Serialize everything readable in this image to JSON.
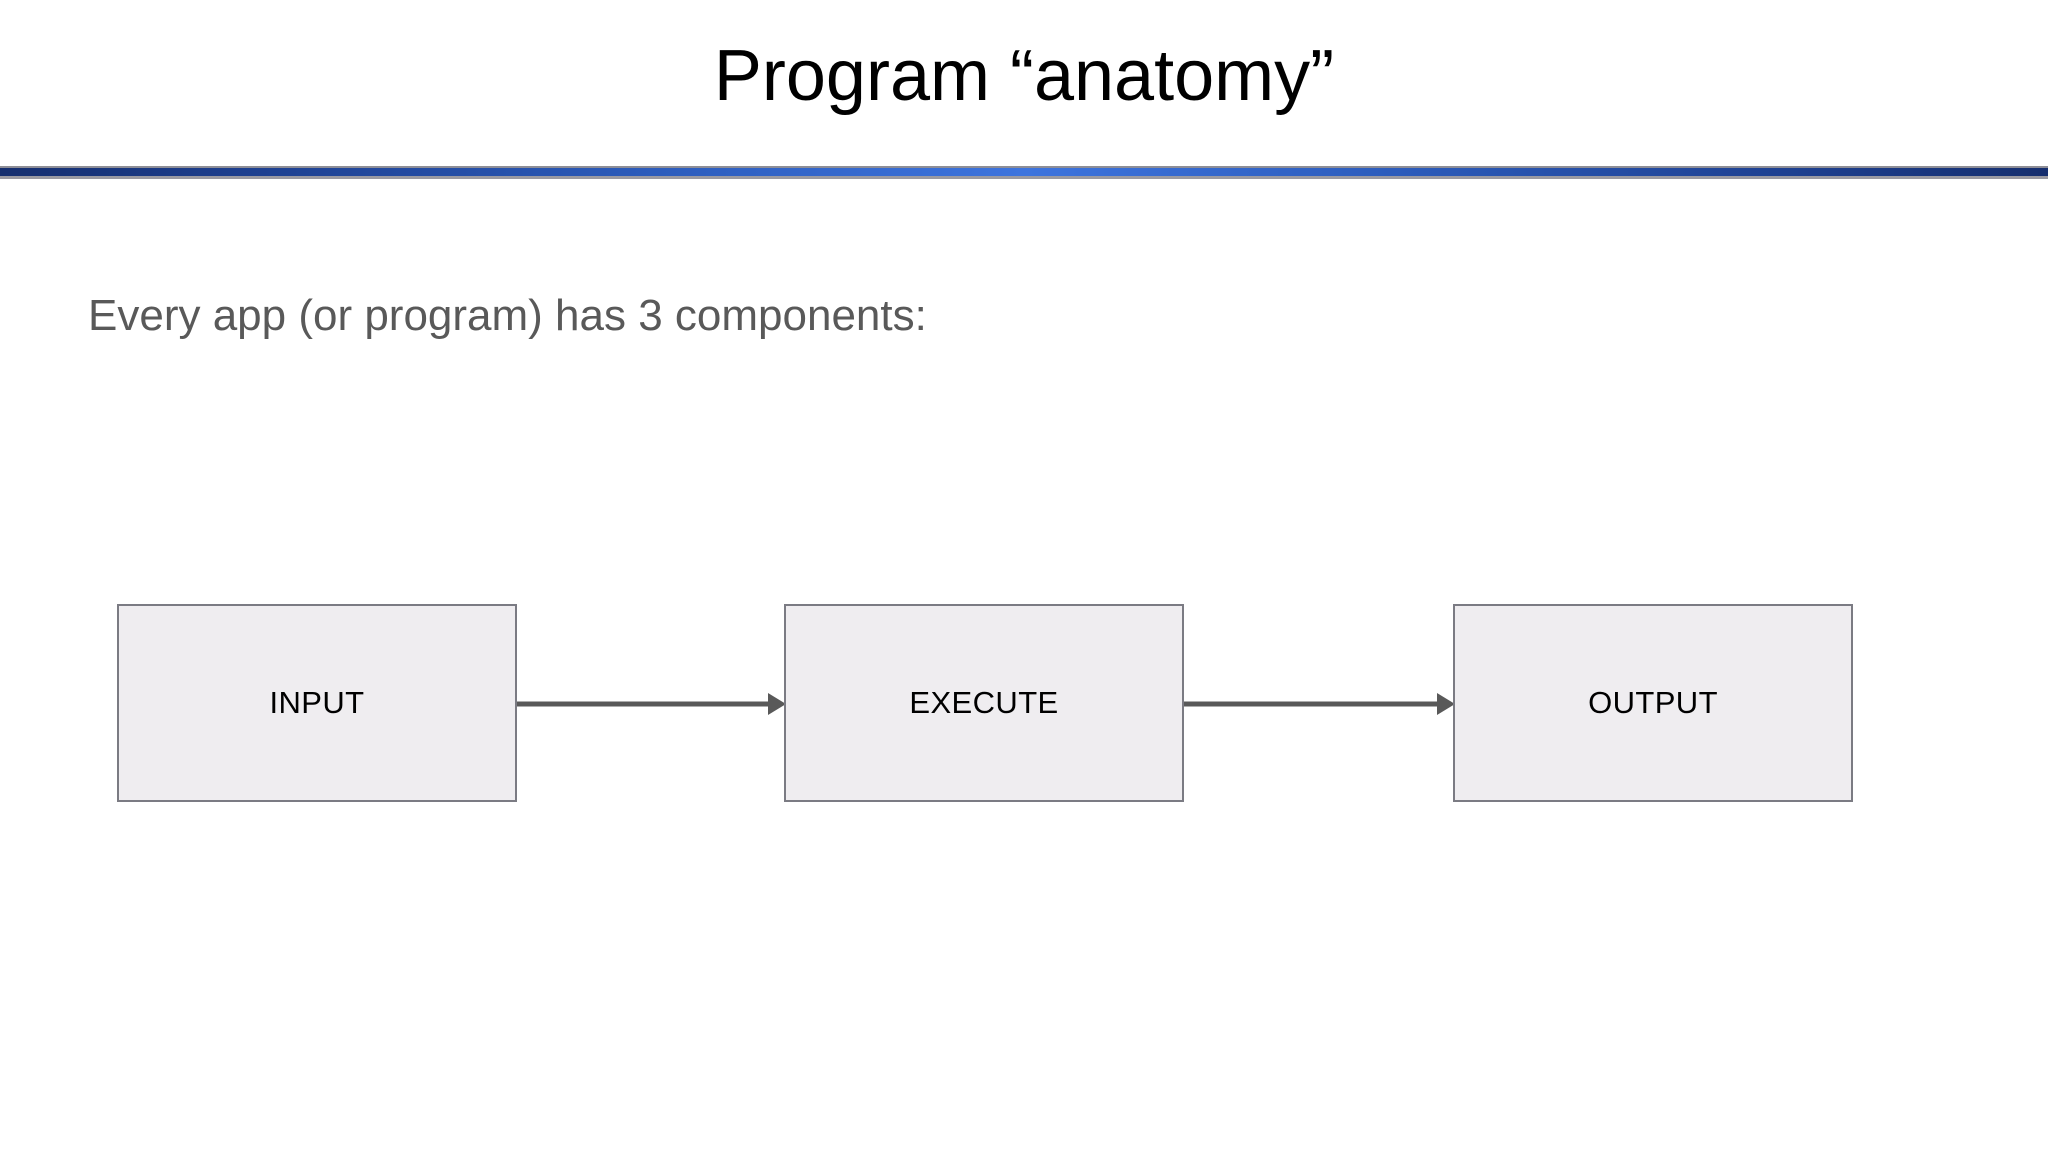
{
  "slide": {
    "title": "Program “anatomy”",
    "body_text": "Every app (or program) has 3 components:",
    "background_color": "#ffffff",
    "title_color": "#000000",
    "body_text_color": "#595959"
  },
  "divider": {
    "accent_color": "#3d74de",
    "edge_color": "#152e6e",
    "border_color": "#8e8e96"
  },
  "diagram": {
    "type": "flowchart",
    "orientation": "left-to-right",
    "node_fill": "#efedf0",
    "node_border": "#7b7b83",
    "node_label_color": "#000000",
    "connector_color": "#595959",
    "nodes": [
      {
        "id": "input",
        "label": "INPUT"
      },
      {
        "id": "execute",
        "label": "EXECUTE"
      },
      {
        "id": "output",
        "label": "OUTPUT"
      }
    ],
    "connectors": [
      {
        "id": "input-execute",
        "from": "INPUT",
        "to": "EXECUTE",
        "style": "solid-arrow"
      },
      {
        "id": "execute-output",
        "from": "EXECUTE",
        "to": "OUTPUT",
        "style": "solid-arrow"
      }
    ]
  }
}
